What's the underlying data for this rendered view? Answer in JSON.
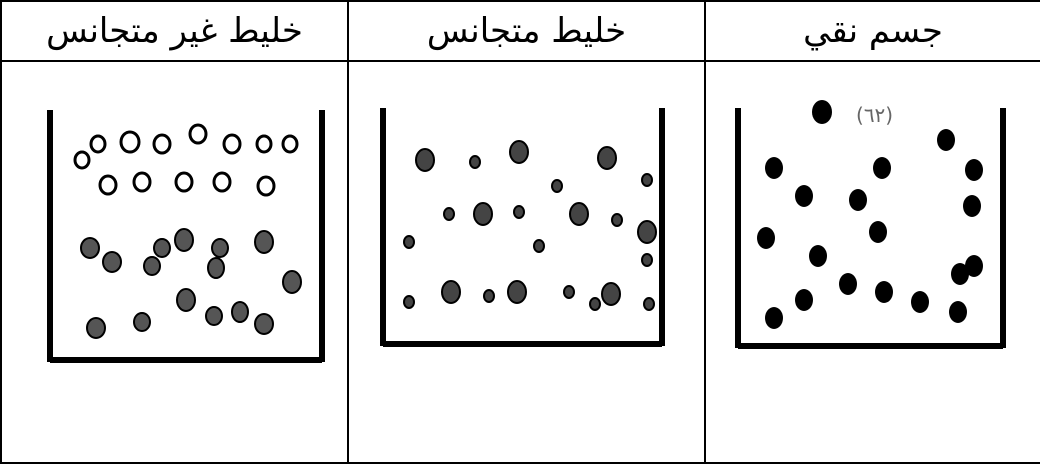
{
  "table": {
    "headers": {
      "col1": "خليط غير متجانس",
      "col2": "خليط متجانس",
      "col3": "جسم نقي"
    }
  },
  "colors": {
    "border": "#000000",
    "particle_dark": "#000000",
    "particle_grey": "#555555",
    "particle_white": "#ffffff"
  },
  "partial_label": "(٦٢)"
}
